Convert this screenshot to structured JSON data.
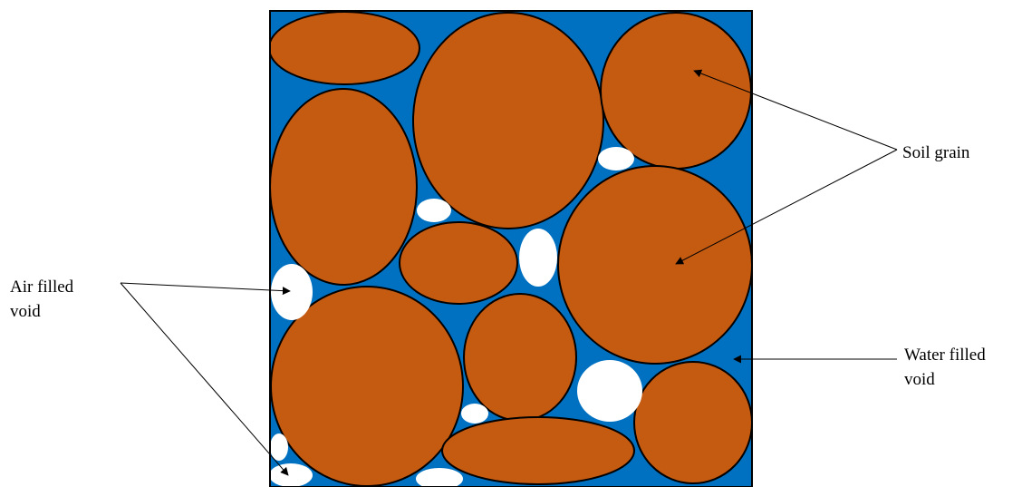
{
  "labels": {
    "soil_grain": "Soil grain",
    "air_void_line1": "Air filled",
    "air_void_line2": "void",
    "water_void_line1": "Water filled",
    "water_void_line2": "void"
  },
  "colors": {
    "water": "#0070c0",
    "grain": "#c55a11",
    "air": "#ffffff",
    "outline": "#000000"
  }
}
